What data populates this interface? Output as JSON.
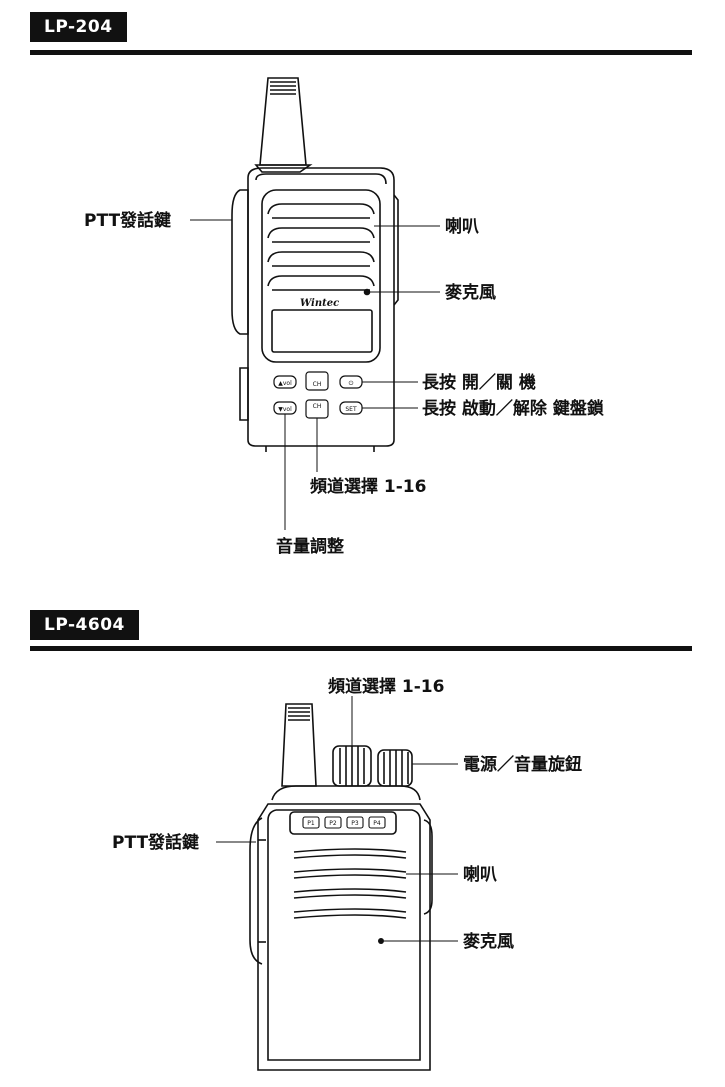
{
  "sections": [
    {
      "model": "LP-204",
      "device_logo": "Wintec",
      "labels": {
        "ptt": "PTT發話鍵",
        "speaker": "喇叭",
        "mic": "麥克風",
        "power": "長按 開／關 機",
        "lock": "長按 啟動／解除 鍵盤鎖",
        "channel": "頻道選擇 1-16",
        "volume": "音量調整"
      },
      "keys": {
        "vol_up": "▲vol",
        "ch_up": "CH",
        "power": "⏻",
        "vol_down": "▼vol",
        "ch_down": "CH",
        "set": "SET"
      }
    },
    {
      "model": "LP-4604",
      "labels": {
        "channel": "頻道選擇 1-16",
        "power_volume": "電源／音量旋鈕",
        "ptt": "PTT發話鍵",
        "speaker": "喇叭",
        "mic": "麥克風"
      },
      "keys": [
        "P1",
        "P2",
        "P3",
        "P4"
      ]
    }
  ]
}
